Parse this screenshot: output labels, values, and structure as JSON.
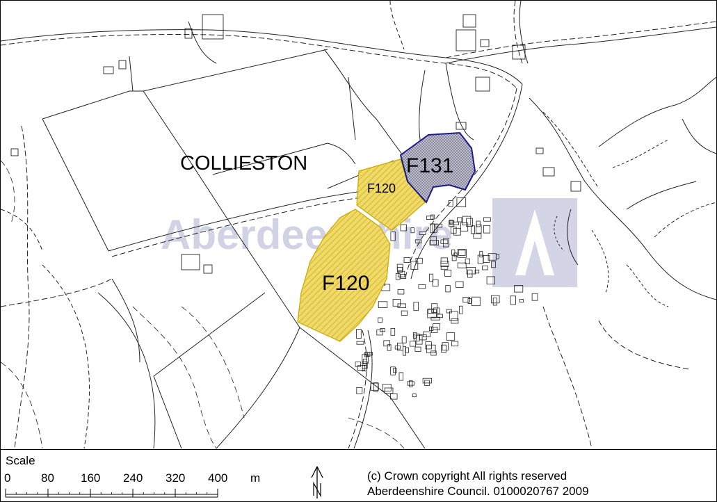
{
  "map": {
    "place_label": "COLLIESTON",
    "watermark": "Aberdeenshire",
    "sites": [
      {
        "id": "F131",
        "label": "F131",
        "fill": "#b8b8cc",
        "stroke": "#1a1a8c"
      },
      {
        "id": "F120-north",
        "label": "F120",
        "fill": "#efd96a",
        "stroke": "#c9a800"
      },
      {
        "id": "F120-south",
        "label": "F120",
        "fill": "#efd96a",
        "stroke": "#c9a800"
      }
    ],
    "colors": {
      "linework": "#222222",
      "watermark": "#c9cbe0",
      "allocation_yellow": "#efd96a",
      "allocation_blue": "#b8b8cc"
    }
  },
  "scale": {
    "title": "Scale",
    "ticks": [
      "0",
      "80",
      "160",
      "240",
      "320",
      "400"
    ],
    "unit": "m"
  },
  "north_arrow": {
    "icon": "north-arrow-icon"
  },
  "copyright": {
    "line1": "(c) Crown copyright All rights reserved",
    "line2": "Aberdeenshire Council.  0100020767 2009"
  }
}
